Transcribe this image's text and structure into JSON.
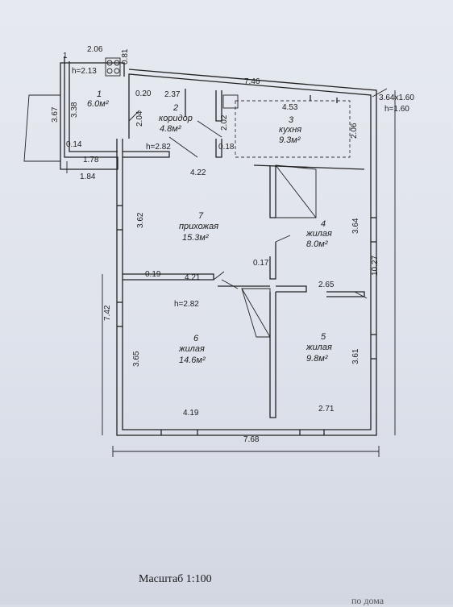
{
  "plan": {
    "rooms": [
      {
        "num": "1",
        "name": "",
        "area": "6.0м²"
      },
      {
        "num": "2",
        "name": "коридор",
        "area": "4.8м²"
      },
      {
        "num": "3",
        "name": "кухня",
        "area": "9.3м²"
      },
      {
        "num": "4",
        "name": "жилая",
        "area": "8.0м²"
      },
      {
        "num": "5",
        "name": "жилая",
        "area": "9.8м²"
      },
      {
        "num": "6",
        "name": "жилая",
        "area": "14.6м²"
      },
      {
        "num": "7",
        "name": "прихожая",
        "area": "15.3м²"
      }
    ],
    "dimensions": [
      "2.06",
      "h=2.13",
      "0.81",
      "3.38",
      "3.67",
      "0.14",
      "1.78",
      "1.84",
      "0.20",
      "2.37",
      "7.46",
      "2.04",
      "h=2.82",
      "4.22",
      "2.02",
      "0.18",
      "4.53",
      "2.06",
      "3.64x1.60",
      "h=1.60",
      "3.62",
      "7.42",
      "0.19",
      "4.21",
      "h=2.82",
      "0.17",
      "3.64",
      "2.65",
      "10.27",
      "3.65",
      "3.61",
      "4.19",
      "2.71",
      "7.68",
      "1"
    ],
    "scale": "Масштаб 1:100",
    "corner_text": "по дома"
  }
}
